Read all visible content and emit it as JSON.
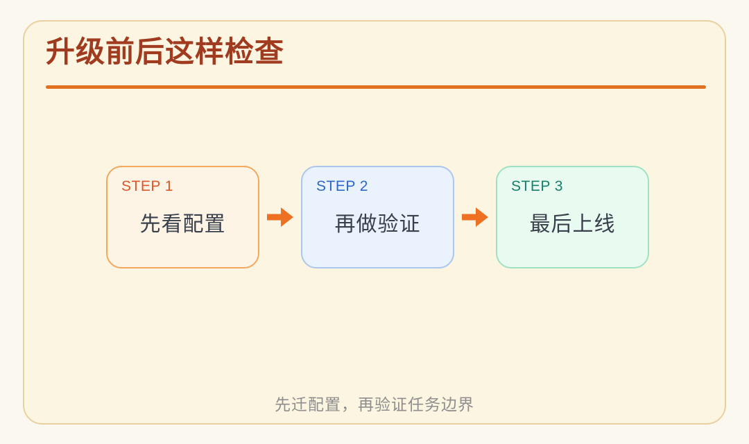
{
  "page": {
    "title": "升级前后这样检查",
    "footer_note": "先迁配置，再验证任务边界"
  },
  "steps": [
    {
      "label": "STEP 1",
      "text": "先看配置",
      "label_color": "#dd5628",
      "fill": "#fdf4e6",
      "border": "#f2a75d"
    },
    {
      "label": "STEP 2",
      "text": "再做验证",
      "label_color": "#2b66cc",
      "fill": "#e9f2fd",
      "border": "#abc6ef"
    },
    {
      "label": "STEP 3",
      "text": "最后上线",
      "label_color": "#15806b",
      "fill": "#e9faf1",
      "border": "#9fe2c1"
    }
  ],
  "icons": {
    "between_steps": "right-arrow"
  },
  "colors": {
    "page_background": "#fbf9ef",
    "card_background": "#fcf5e1",
    "card_border": "#eacfa0",
    "title": "#a03b20",
    "underline": "#e2711f",
    "arrow": "#ed7023",
    "step_text": "#39404c",
    "footer": "#8e8e8e"
  }
}
